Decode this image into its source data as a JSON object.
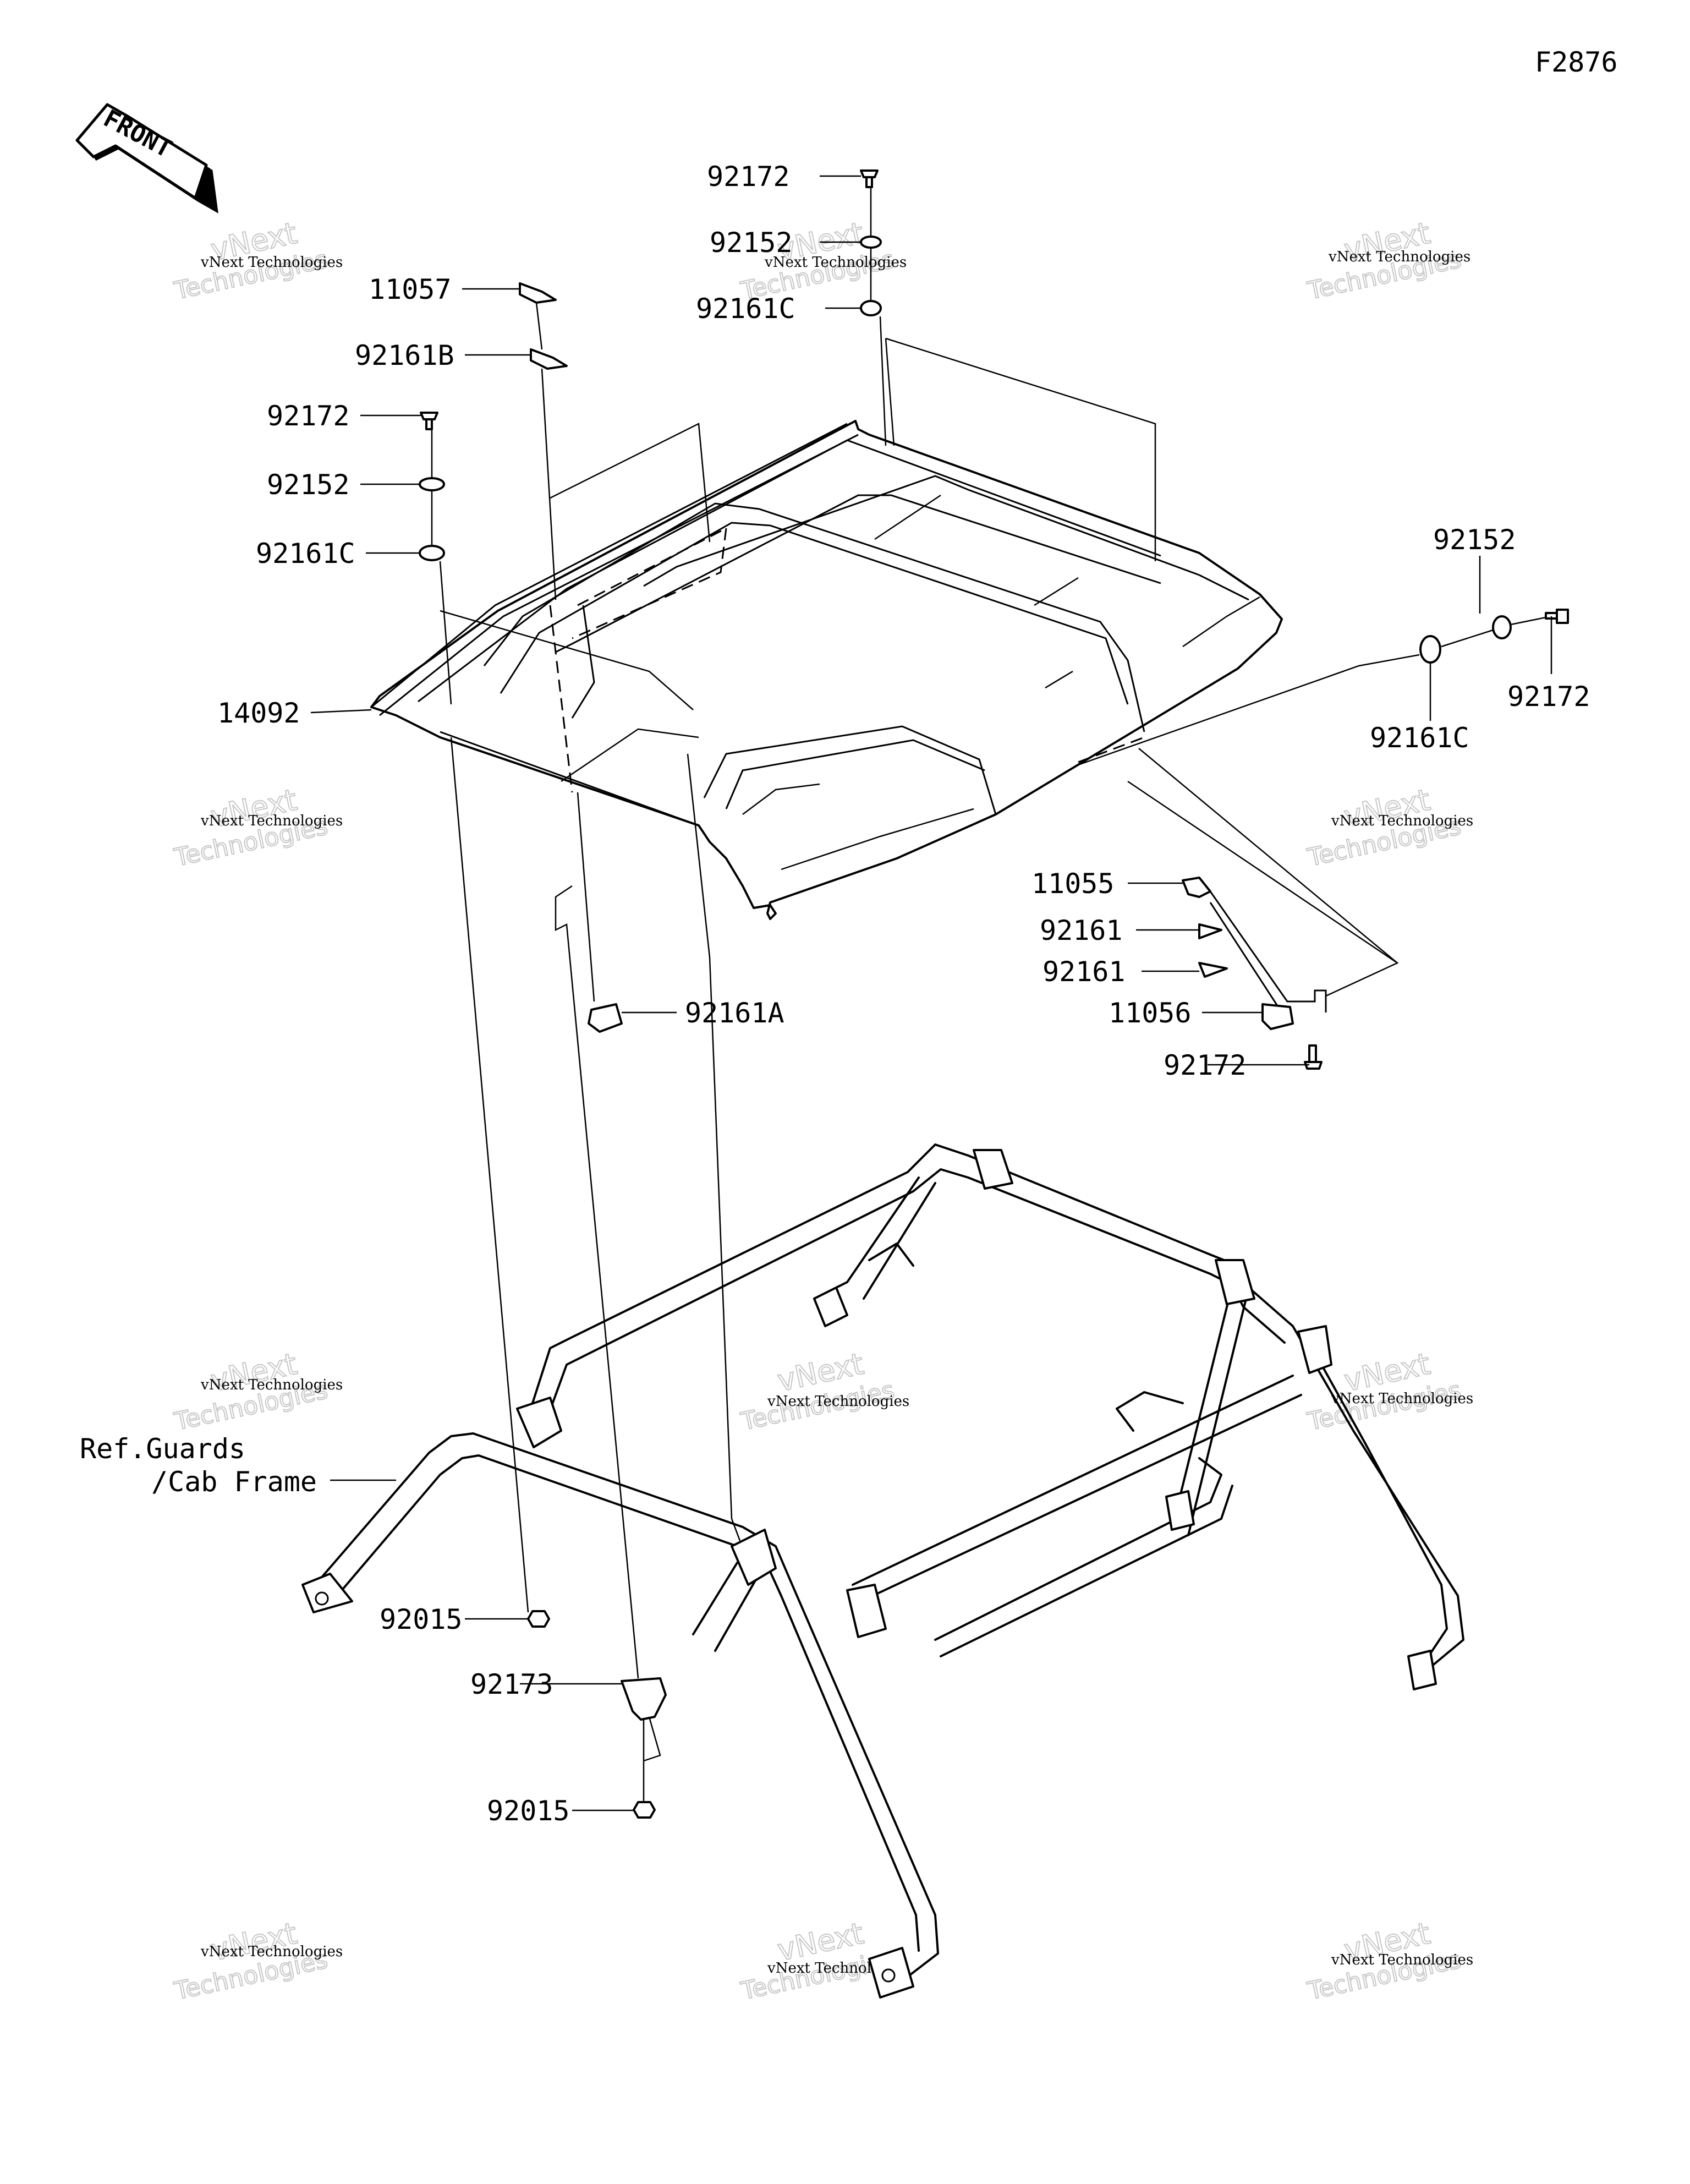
{
  "figure_code": "F2876",
  "front_arrow": {
    "label": "FRONT"
  },
  "watermark": {
    "company": "vNext Technologies",
    "line1": "vNext",
    "line2": "Technologies"
  },
  "ref_note": {
    "line1": "Ref.Guards",
    "line2": "/Cab Frame"
  },
  "callouts": {
    "top_bolt": "92172",
    "top_washer": "92152",
    "top_grommet": "92161C",
    "bracket_11057": "11057",
    "pad_92161B": "92161B",
    "left_bolt": "92172",
    "left_washer": "92152",
    "left_grommet": "92161C",
    "roof": "14092",
    "pad_92161A": "92161A",
    "right_washer": "92152",
    "right_bolt": "92172",
    "right_grommet": "92161C",
    "bracket_11055": "11055",
    "pad_92161_upper": "92161",
    "pad_92161_lower": "92161",
    "bracket_11056": "11056",
    "lower_bolt": "92172",
    "nut_upper": "92015",
    "clamp": "92173",
    "nut_lower": "92015"
  }
}
